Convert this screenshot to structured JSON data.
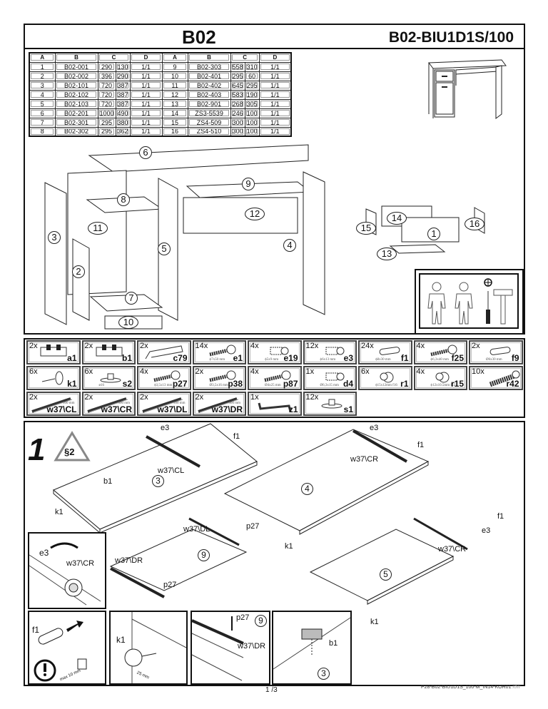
{
  "header": {
    "title": "B02",
    "model": "B02-BIU1D1S/100"
  },
  "parts_table": {
    "headers": [
      "A",
      "B",
      "C",
      "D",
      "A",
      "B",
      "C",
      "D"
    ],
    "rows": [
      [
        [
          "1",
          "B02-001",
          "290",
          "130",
          "1/1"
        ],
        [
          "9",
          "B02-303",
          "558",
          "310",
          "1/1"
        ]
      ],
      [
        [
          "2",
          "B02-002",
          "396",
          "290",
          "1/1"
        ],
        [
          "10",
          "B02-401",
          "295",
          "60",
          "1/1"
        ]
      ],
      [
        [
          "3",
          "B02-101",
          "720",
          "387",
          "1/1"
        ],
        [
          "11",
          "B02-402",
          "645",
          "295",
          "1/1"
        ]
      ],
      [
        [
          "4",
          "B02-102",
          "720",
          "387",
          "1/1"
        ],
        [
          "12",
          "B02-403",
          "583",
          "190",
          "1/1"
        ]
      ],
      [
        [
          "5",
          "B02-103",
          "720",
          "387",
          "1/1"
        ],
        [
          "13",
          "B02-901",
          "268",
          "305",
          "1/1"
        ]
      ],
      [
        [
          "6",
          "B02-201",
          "1000",
          "490",
          "1/1"
        ],
        [
          "14",
          "ZS3-5539",
          "246",
          "100",
          "1/1"
        ]
      ],
      [
        [
          "7",
          "B02-301",
          "295",
          "380",
          "1/1"
        ],
        [
          "15",
          "ZS4-509",
          "300",
          "100",
          "1/1"
        ]
      ],
      [
        [
          "8",
          "B02-302",
          "295",
          "362",
          "1/1"
        ],
        [
          "16",
          "ZS4-510",
          "300",
          "100",
          "1/1"
        ]
      ]
    ]
  },
  "exploded_labels": {
    "p1": "1",
    "p2": "2",
    "p3": "3",
    "p4": "4",
    "p5": "5",
    "p6": "6",
    "p7": "7",
    "p8": "8",
    "p9": "9",
    "p10": "10",
    "p11": "11",
    "p12": "12",
    "p13": "13",
    "p14": "14",
    "p15": "15",
    "p16": "16"
  },
  "tools": [
    "two-persons",
    "phillips-screwdriver",
    "hammer"
  ],
  "hardware": [
    {
      "qty": "2x",
      "code": "a1",
      "size": "",
      "icon": "hinge-icon"
    },
    {
      "qty": "2x",
      "code": "b1",
      "size": "",
      "icon": "hinge-plate-icon"
    },
    {
      "qty": "2x",
      "code": "c79",
      "size": "",
      "icon": "handle-icon"
    },
    {
      "qty": "14x",
      "code": "e1",
      "size": "ϕ7x50 mm",
      "icon": "confirmat-screw-icon"
    },
    {
      "qty": "4x",
      "code": "e19",
      "size": "ϕ5x9 mm",
      "icon": "euro-screw-icon"
    },
    {
      "qty": "12x",
      "code": "e3",
      "size": "ϕ6x13 mm",
      "icon": "euro-screw-icon"
    },
    {
      "qty": "24x",
      "code": "f1",
      "size": "ϕ8x30 mm",
      "icon": "dowel-icon"
    },
    {
      "qty": "4x",
      "code": "f25",
      "size": "ϕ6,3x40 mm",
      "icon": "screw-icon"
    },
    {
      "qty": "2x",
      "code": "f9",
      "size": "Ø6x30 mm",
      "icon": "dowel-icon"
    },
    {
      "qty": "6x",
      "code": "k1",
      "size": "",
      "icon": "nail-glide-icon"
    },
    {
      "qty": "6x",
      "code": "s2",
      "size": "ø16",
      "icon": "cap-icon"
    },
    {
      "qty": "4x",
      "code": "p27",
      "size": "ϕ3,5x13 mm",
      "icon": "screw-icon"
    },
    {
      "qty": "2x",
      "code": "p38",
      "size": "Ø3,5x16 mm",
      "icon": "screw-icon"
    },
    {
      "qty": "4x",
      "code": "p87",
      "size": "Ø4x25 mm",
      "icon": "screw-icon"
    },
    {
      "qty": "1x",
      "code": "d4",
      "size": "Ø6,3x15 mm",
      "icon": "connector-icon"
    },
    {
      "qty": "6x",
      "code": "r1",
      "size": "ϕ15x12mm f16",
      "icon": "cam-lock-icon"
    },
    {
      "qty": "4x",
      "code": "r15",
      "size": "ϕ12x10.5mm f12",
      "icon": "cam-lock-icon"
    },
    {
      "qty": "10x",
      "code": "r42",
      "size": "",
      "icon": "bolt-icon"
    },
    {
      "qty": "2x",
      "code": "w37\\CL",
      "size": "300 mm",
      "icon": "drawer-slide-icon"
    },
    {
      "qty": "2x",
      "code": "w37\\CR",
      "size": "300 mm",
      "icon": "drawer-slide-icon"
    },
    {
      "qty": "2x",
      "code": "w37\\DL",
      "size": "300 mm",
      "icon": "drawer-slide-icon"
    },
    {
      "qty": "2x",
      "code": "w37\\DR",
      "size": "300 mm",
      "icon": "drawer-slide-icon"
    },
    {
      "qty": "1x",
      "code": "z1",
      "size": "",
      "icon": "allen-key-icon"
    },
    {
      "qty": "12x",
      "code": "s1",
      "size": "",
      "icon": "cap-icon"
    }
  ],
  "step1": {
    "number": "1",
    "warning": "§2",
    "labels": {
      "e3_a": "e3",
      "f1_a": "f1",
      "w37cl": "w37\\CL",
      "b1_a": "b1",
      "panel3": "3",
      "k1_a": "k1",
      "e3_b": "e3",
      "f1_b": "f1",
      "w37cr_a": "w37\\CR",
      "panel4": "4",
      "k1_b": "k1",
      "w37dl": "w37\\DL",
      "p27_a": "p27",
      "panel9": "9",
      "w37dr": "w37\\DR",
      "p27_b": "p27",
      "f1_c": "f1",
      "e3_c": "e3",
      "w37cr_b": "w37\\CR",
      "panel5": "5",
      "k1_c": "k1",
      "inset_e3": "e3",
      "inset_w37cr": "w37\\CR"
    },
    "details": {
      "f1": "f1",
      "f1_note": "max 10 mm",
      "k1": "k1",
      "k1_note": "25 mm",
      "p27": "p27",
      "p27_panel": "9",
      "w37dr": "w37\\DR",
      "b1": "b1",
      "b1_panel": "3"
    }
  },
  "footer": {
    "page": "1 /3",
    "doc_code": "P28-B02-BIU1D1S_100-M_IN14-KOR01",
    "ext": ".idw"
  }
}
